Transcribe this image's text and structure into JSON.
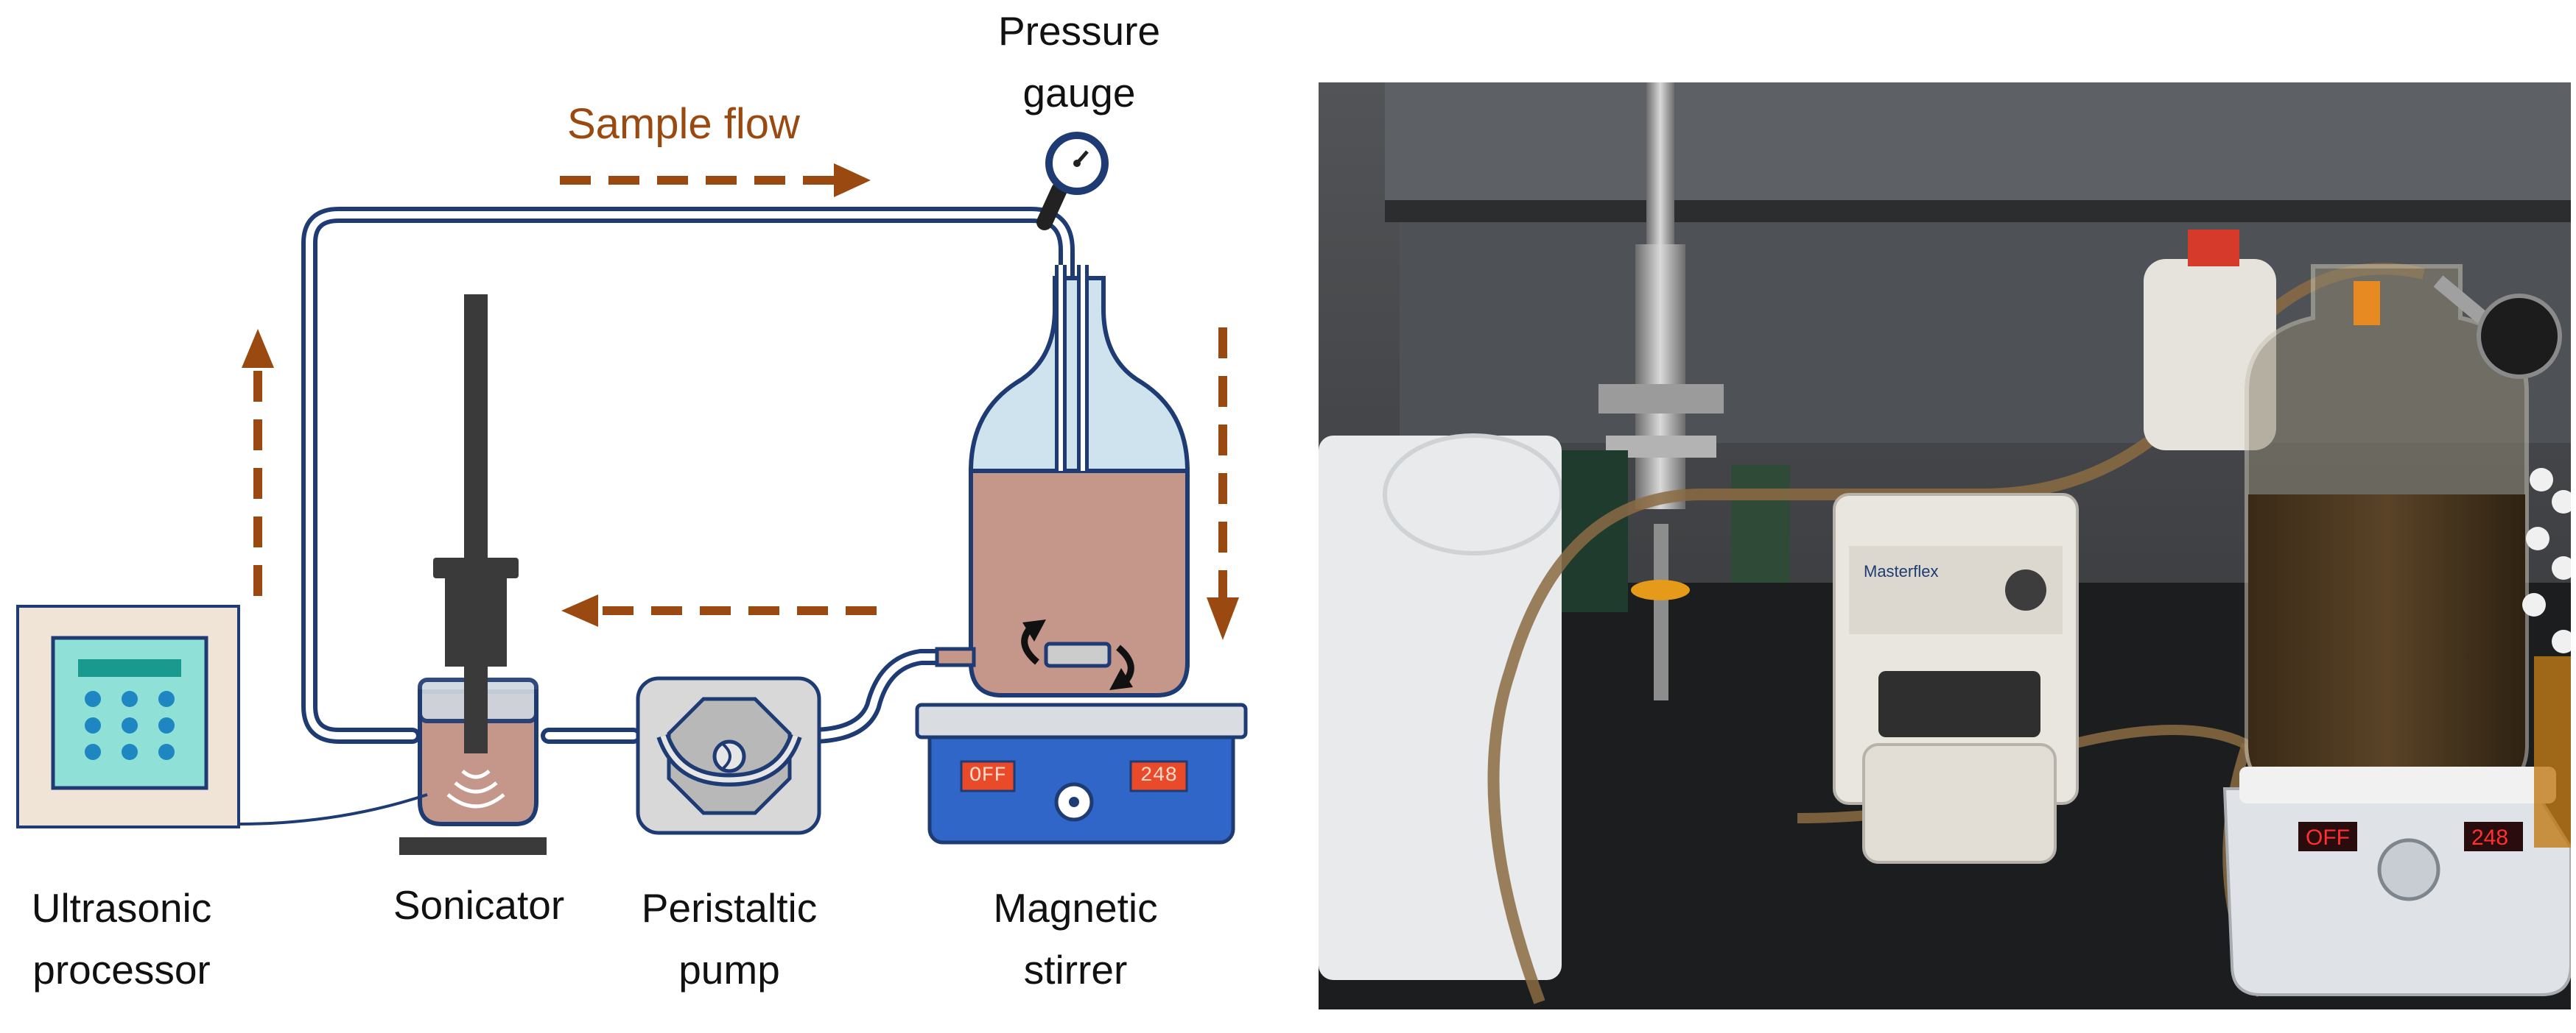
{
  "labels": {
    "pressure_gauge": "Pressure\ngauge",
    "sample_flow": "Sample flow",
    "ultrasonic_processor": "Ultrasonic\nprocessor",
    "sonicator": "Sonicator",
    "peristaltic_pump": "Peristaltic\npump",
    "magnetic_stirrer": "Magnetic\nstirrer"
  },
  "stirrer_display": {
    "left": "OFF",
    "right": "248"
  },
  "colors": {
    "flow_arrow": "#9a4a10",
    "liquid": "#c4978a",
    "tubing": "#1f3b73",
    "stirrer_body": "#2f66c8",
    "processor_screen": "#8fe0d6",
    "processor_buttons": "#1e86c0"
  },
  "photo": {
    "device_labels": [
      "Masterflex",
      "OFF",
      "248"
    ]
  }
}
